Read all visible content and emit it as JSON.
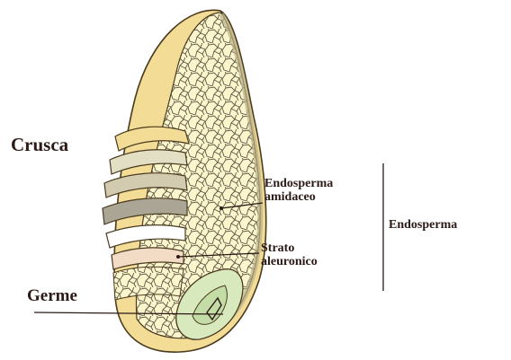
{
  "labels": {
    "crusca": "Crusca",
    "germe": "Germe",
    "endosperma_amidaceo": [
      "Endosperma",
      "amidaceo"
    ],
    "strato_aleuronico": [
      "Strato",
      "aleuronico"
    ],
    "endosperma": "Endosperma"
  },
  "colors": {
    "outer_husk": "#f3dc95",
    "endosperm_fill": "#fdf5cc",
    "cell_outline": "#5a5744",
    "germ": "#d7e9bd",
    "bran_layer_1": "#e2dfc5",
    "bran_layer_2": "#d2cbb0",
    "bran_layer_3": "#aaa594",
    "bran_layer_4": "#f2dcc6",
    "line": "#2b1a16"
  }
}
